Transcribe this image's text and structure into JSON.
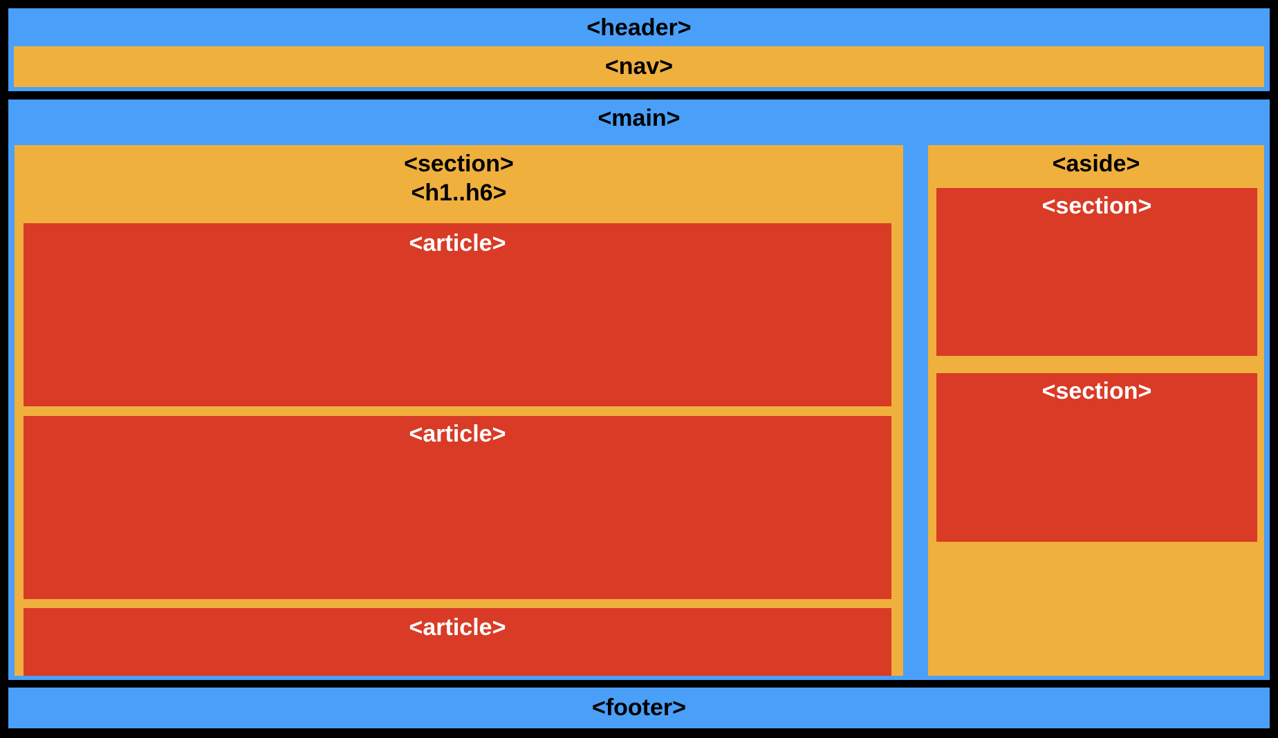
{
  "header": {
    "label": "<header>"
  },
  "nav": {
    "label": "<nav>"
  },
  "main": {
    "label": "<main>",
    "section": {
      "label": "<section>",
      "heading_label": "<h1..h6>",
      "articles": [
        {
          "label": "<article>"
        },
        {
          "label": "<article>"
        },
        {
          "label": "<article>"
        }
      ]
    },
    "aside": {
      "label": "<aside>",
      "sections": [
        {
          "label": "<section>"
        },
        {
          "label": "<section>"
        }
      ]
    }
  },
  "footer": {
    "label": "<footer>"
  },
  "colors": {
    "background": "#000000",
    "blue": "#4a9ff8",
    "orange": "#f0b03d",
    "red": "#d93b26"
  }
}
